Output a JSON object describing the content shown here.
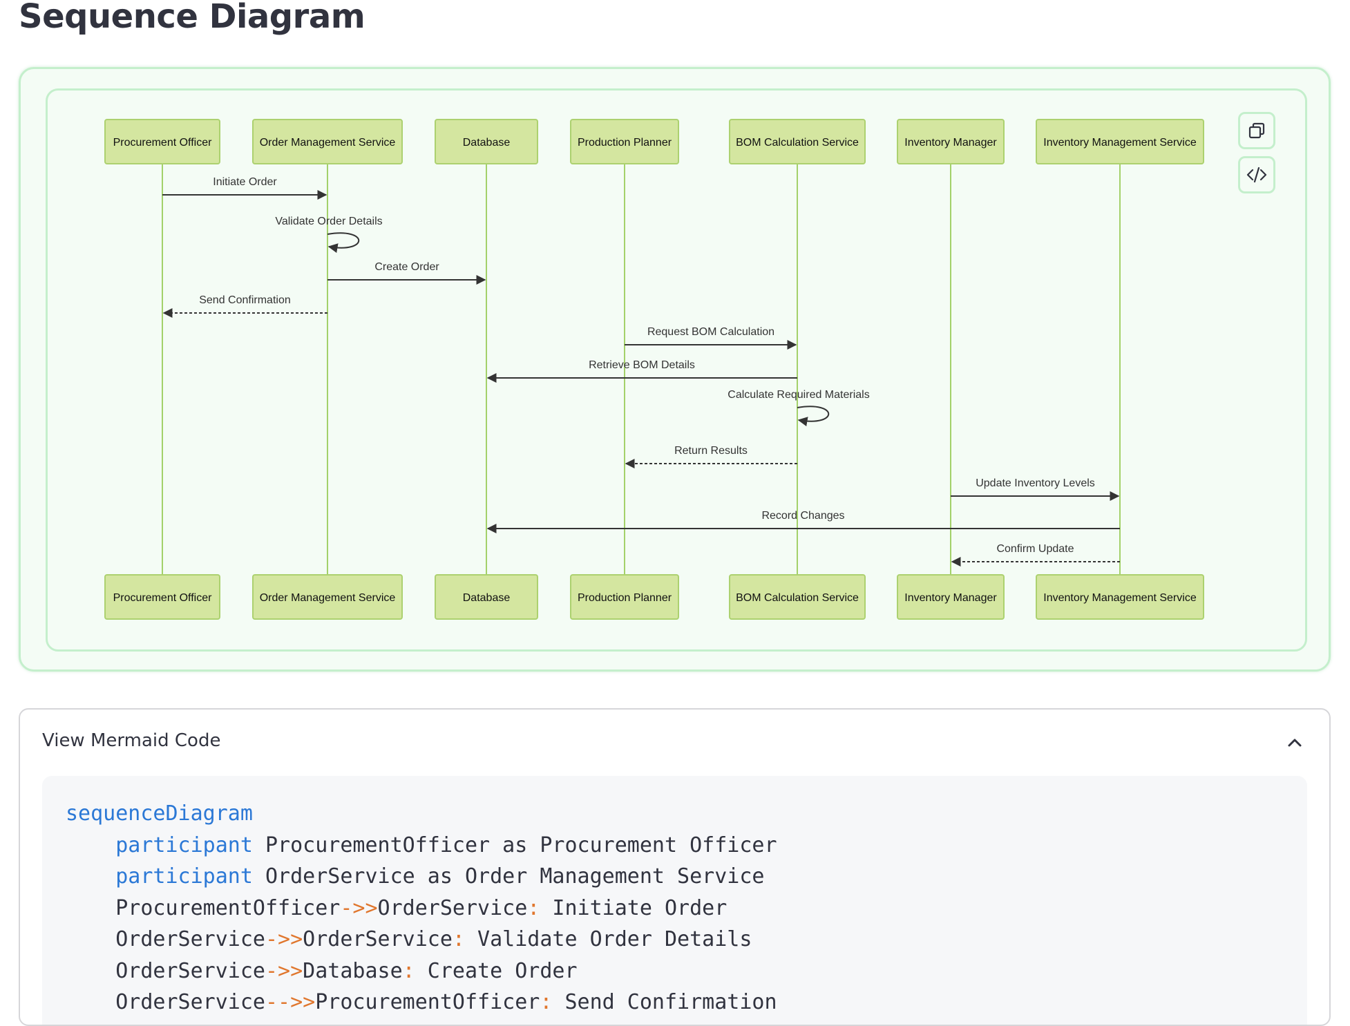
{
  "page": {
    "title": "Sequence Diagram"
  },
  "diagram": {
    "participants": [
      "Procurement Officer",
      "Order Management Service",
      "Database",
      "Production Planner",
      "BOM Calculation Service",
      "Inventory Manager",
      "Inventory Management Service"
    ],
    "messages": [
      {
        "from": 0,
        "to": 1,
        "label": "Initiate Order",
        "style": "solid"
      },
      {
        "from": 1,
        "to": 1,
        "label": "Validate Order Details",
        "style": "self"
      },
      {
        "from": 1,
        "to": 2,
        "label": "Create Order",
        "style": "solid"
      },
      {
        "from": 1,
        "to": 0,
        "label": "Send Confirmation",
        "style": "dashed"
      },
      {
        "from": 3,
        "to": 4,
        "label": "Request BOM Calculation",
        "style": "solid"
      },
      {
        "from": 4,
        "to": 2,
        "label": "Retrieve BOM Details",
        "style": "solid"
      },
      {
        "from": 4,
        "to": 4,
        "label": "Calculate Required Materials",
        "style": "self"
      },
      {
        "from": 4,
        "to": 3,
        "label": "Return Results",
        "style": "dashed"
      },
      {
        "from": 5,
        "to": 6,
        "label": "Update Inventory Levels",
        "style": "solid"
      },
      {
        "from": 6,
        "to": 2,
        "label": "Record Changes",
        "style": "solid"
      },
      {
        "from": 6,
        "to": 5,
        "label": "Confirm Update",
        "style": "dashed"
      }
    ],
    "colors": {
      "actor_fill": "#d4e6a0",
      "actor_border": "#acd16f",
      "lifeline": "#a3d16a",
      "arrow": "#333333",
      "frame_border": "#c4efcc",
      "frame_fill": "#f4fcf5"
    },
    "tools": [
      {
        "icon": "copy-icon"
      },
      {
        "icon": "code-icon"
      }
    ]
  },
  "code_panel": {
    "header": "View Mermaid Code",
    "lines": [
      [
        {
          "t": "sequenceDiagram",
          "c": "kw"
        }
      ],
      [
        {
          "t": "    "
        },
        {
          "t": "participant",
          "c": "kw"
        },
        {
          "t": " ProcurementOfficer as Procurement Officer"
        }
      ],
      [
        {
          "t": "    "
        },
        {
          "t": "participant",
          "c": "kw"
        },
        {
          "t": " OrderService as Order Management Service"
        }
      ],
      [
        {
          "t": "    ProcurementOfficer"
        },
        {
          "t": "->>",
          "c": "op"
        },
        {
          "t": "OrderService"
        },
        {
          "t": ":",
          "c": "op"
        },
        {
          "t": " Initiate Order"
        }
      ],
      [
        {
          "t": "    OrderService"
        },
        {
          "t": "->>",
          "c": "op"
        },
        {
          "t": "OrderService"
        },
        {
          "t": ":",
          "c": "op"
        },
        {
          "t": " Validate Order Details"
        }
      ],
      [
        {
          "t": "    OrderService"
        },
        {
          "t": "->>",
          "c": "op"
        },
        {
          "t": "Database"
        },
        {
          "t": ":",
          "c": "op"
        },
        {
          "t": " Create Order"
        }
      ],
      [
        {
          "t": "    OrderService"
        },
        {
          "t": "-->>",
          "c": "op"
        },
        {
          "t": "ProcurementOfficer"
        },
        {
          "t": ":",
          "c": "op"
        },
        {
          "t": " Send Confirmation"
        }
      ]
    ]
  }
}
